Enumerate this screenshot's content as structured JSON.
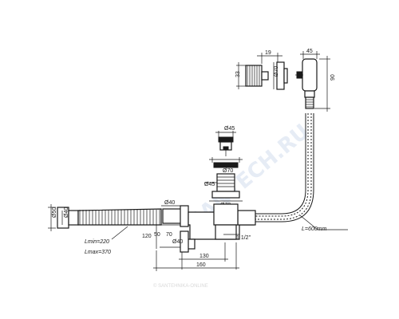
{
  "watermark": {
    "main": "SANTECH.RU",
    "footer": "© SANTEHNIKA-ONLINE"
  },
  "overflow_fitting": {
    "dim_depth": "19",
    "dim_depth2": "45",
    "dim_height": "33",
    "dim_diameter": "Ø70",
    "dim_drop": "90"
  },
  "stopper": {
    "dim_top": "Ø45"
  },
  "drain": {
    "dim_grate": "Ø70",
    "dim_hole": "Ø45",
    "dim_body": "Ø70"
  },
  "hose": {
    "length": "L=600mm"
  },
  "siphon": {
    "dim_inlet": "Ø40",
    "dim_50": "50",
    "dim_70": "70",
    "dim_120": "120",
    "dim_outlet": "Ø40",
    "thread": "1 1/2\"",
    "dim_130": "130",
    "dim_160": "160"
  },
  "corrugated": {
    "dim_outer": "Ø50",
    "dim_inner": "Ø40",
    "lmin": "Lmin=220",
    "lmax": "Lmax=370"
  }
}
